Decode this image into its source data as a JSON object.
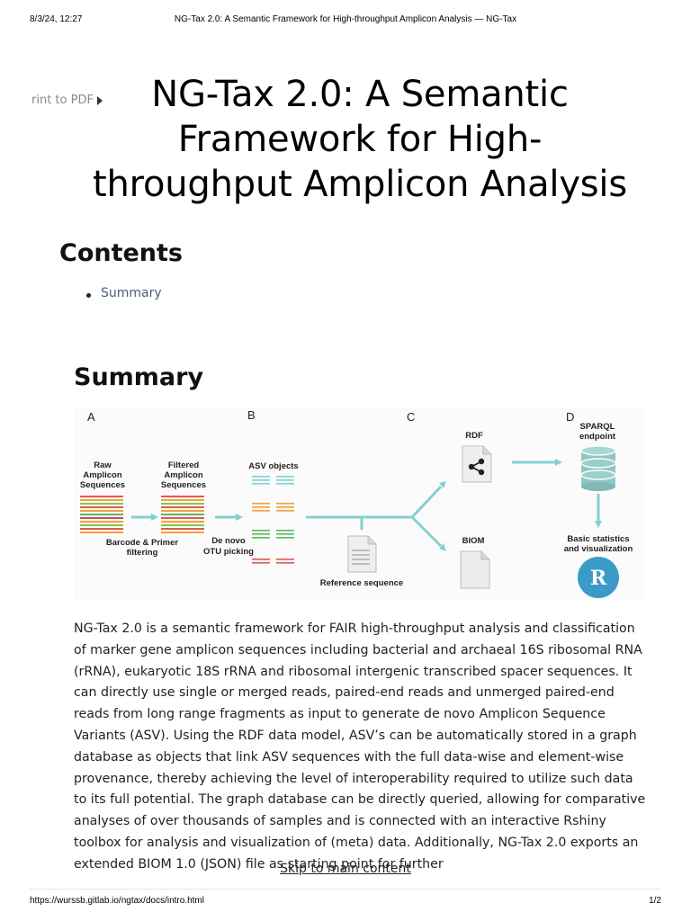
{
  "print_header": {
    "date": "8/3/24, 12:27",
    "doc_title": "NG-Tax 2.0: A Semantic Framework for High-throughput Amplicon Analysis — NG-Tax"
  },
  "print_pdf": {
    "label": "rint to PDF"
  },
  "page": {
    "title": "NG-Tax 2.0: A Semantic Framework for High-throughput Amplicon Analysis",
    "title_lines": [
      "NG-Tax 2.0: A Semantic",
      "Framework for High-",
      "throughput Amplicon Analysis"
    ]
  },
  "contents": {
    "heading": "Contents",
    "items": [
      {
        "label": "Summary"
      }
    ]
  },
  "summary": {
    "heading": "Summary",
    "body": "NG-Tax 2.0 is a semantic framework for FAIR high-throughput analysis and classification of marker gene amplicon sequences including bacterial and archaeal 16S ribosomal RNA (rRNA), eukaryotic 18S rRNA and ribosomal intergenic transcribed spacer sequences. It can directly use single or merged reads, paired-end reads and unmerged paired-end reads from long range fragments as input to generate de novo Amplicon Sequence Variants (ASV). Using the RDF data model, ASV’s can be automatically stored in a graph database as objects that link ASV sequences with the full data-wise and element-wise provenance, thereby achieving the level of interoperability required to utilize such data to its full potential. The graph database can be directly queried, allowing for comparative analyses of over thousands of samples and is connected with an interactive Rshiny toolbox for analysis and visualization of (meta) data. Additionally, NG-Tax 2.0 exports an extended BIOM 1.0 (JSON) file as starting point for further"
  },
  "figure": {
    "panel_a": "A",
    "panel_b": "B",
    "panel_c": "C",
    "panel_d": "D",
    "raw_line1": "Raw",
    "raw_line2": "Amplicon",
    "raw_line3": "Sequences",
    "filtered_line1": "Filtered",
    "filtered_line2": "Amplicon",
    "filtered_line3": "Sequences",
    "asv_objects": "ASV objects",
    "barcode_line1": "Barcode & Primer",
    "barcode_line2": "filtering",
    "denovo_line1": "De novo",
    "denovo_line2": "OTU picking",
    "reference_sequence": "Reference sequence",
    "rdf": "RDF",
    "biom": "BIOM",
    "sparql_line1": "SPARQL",
    "sparql_line2": "endpoint",
    "stats_line1": "Basic statistics",
    "stats_line2": "and visualization",
    "r_logo": "R",
    "colors": {
      "arrow": "#84d0cf",
      "database": "#8fc6c2",
      "r_circle": "#3a9bc9"
    }
  },
  "skip_link": {
    "label": "Skip to main content"
  },
  "print_footer": {
    "url": "https://wurssb.gitlab.io/ngtax/docs/intro.html",
    "page": "1/2"
  }
}
